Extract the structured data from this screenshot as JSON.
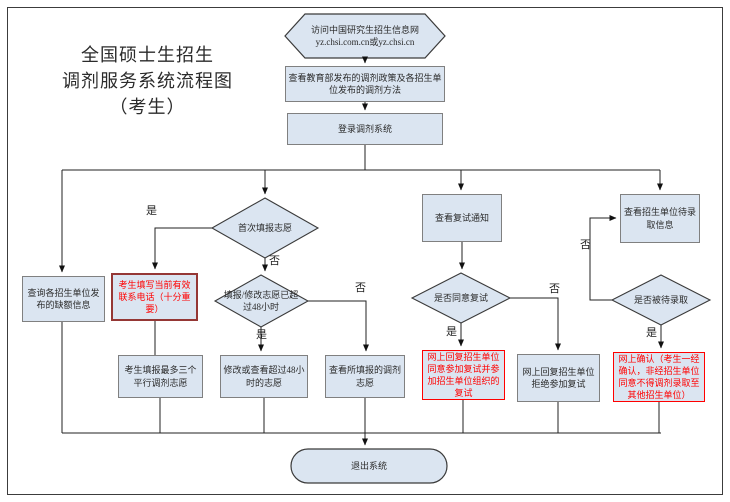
{
  "diagram": {
    "title": "全国硕士生招生\n调剂服务系统流程图\n（考生）",
    "nodes": {
      "start": {
        "label": "访问中国研究生招生信息网\nyz.chsi.com.cn或yz.chsi.cn",
        "shape": "hexagon"
      },
      "policy": {
        "label": "查看教育部发布的调剂政策及各招生单位发布的调剂方法",
        "shape": "rect"
      },
      "login": {
        "label": "登录调剂系统",
        "shape": "rect"
      },
      "first_time": {
        "label": "首次填报志愿",
        "shape": "diamond"
      },
      "query_vacancy": {
        "label": "查询各招生单位发布的缺额信息",
        "shape": "rect"
      },
      "fill_phone": {
        "label": "考生填写当前有效联系电话（十分重要）",
        "shape": "rect",
        "emphasis": "red-text-maroon-border"
      },
      "over_48h": {
        "label": "填报/修改志愿已超过48小时",
        "shape": "diamond"
      },
      "fill_three": {
        "label": "考生填报最多三个平行调剂志愿",
        "shape": "rect"
      },
      "modify_48h": {
        "label": "修改或查看超过48小时的志愿",
        "shape": "rect"
      },
      "view_filled": {
        "label": "查看所填报的调剂志愿",
        "shape": "rect"
      },
      "notice": {
        "label": "查看复试通知",
        "shape": "rect"
      },
      "agree_retest": {
        "label": "是否同意复试",
        "shape": "diamond"
      },
      "reply_agree": {
        "label": "网上回复招生单位同意参加复试并参加招生单位组织的复试",
        "shape": "rect",
        "emphasis": "red"
      },
      "reply_refuse": {
        "label": "网上回复招生单位拒绝参加复试",
        "shape": "rect"
      },
      "pending_info": {
        "label": "查看招生单位待录取信息",
        "shape": "rect"
      },
      "is_admitted": {
        "label": "是否被待录取",
        "shape": "diamond"
      },
      "confirm": {
        "label": "网上确认（考生一经确认，非经招生单位同意不得调剂录取至其他招生单位）",
        "shape": "rect",
        "emphasis": "red"
      },
      "exit": {
        "label": "退出系统",
        "shape": "terminator"
      }
    },
    "edge_labels": {
      "yes": "是",
      "no": "否"
    },
    "colors": {
      "node_fill": "#dbe5f1",
      "rect_border": "#808080",
      "shape_border": "#3a3a3a",
      "red_text": "#ff0000",
      "red_border": "#ff0000",
      "phone_border": "#953735",
      "connector": "#222222",
      "frame_border": "#3c3c3c"
    }
  }
}
